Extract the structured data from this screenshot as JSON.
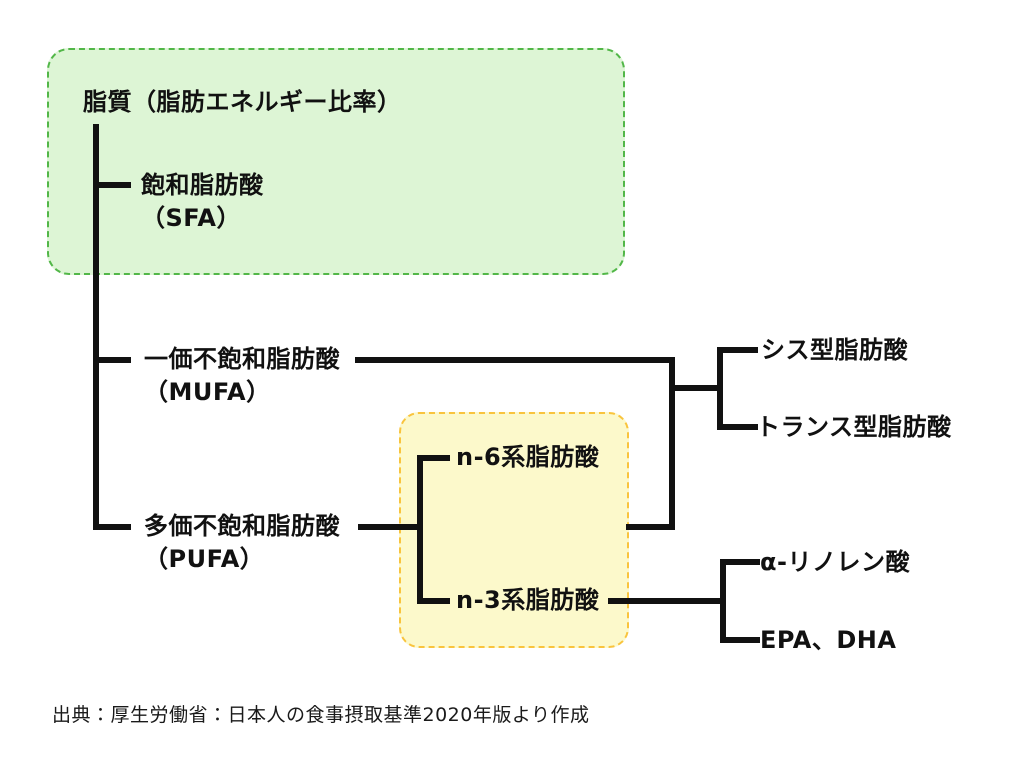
{
  "diagram": {
    "root": {
      "label": "脂質（脂肪エネルギー比率）"
    },
    "nodes": {
      "sfa": {
        "label": "飽和脂肪酸",
        "sublabel": "（SFA）"
      },
      "mufa": {
        "label": "一価不飽和脂肪酸",
        "sublabel": "（MUFA）"
      },
      "pufa": {
        "label": "多価不飽和脂肪酸",
        "sublabel": "（PUFA）"
      },
      "n6": {
        "label": "n-6系脂肪酸"
      },
      "n3": {
        "label": "n-3系脂肪酸"
      },
      "cis": {
        "label": "シス型脂肪酸"
      },
      "trans": {
        "label": "トランス型脂肪酸"
      },
      "ala": {
        "label": "α-リノレン酸"
      },
      "epa_dha": {
        "label": "EPA、DHA"
      }
    },
    "source_note": "出典：厚生労働省：日本人の食事摂取基準2020年版より作成",
    "colors": {
      "line": "#111111",
      "green_fill": "#ddf5d5",
      "green_border": "#52b748",
      "yellow_fill": "#fcf9cb",
      "yellow_border": "#f9c43d"
    }
  }
}
